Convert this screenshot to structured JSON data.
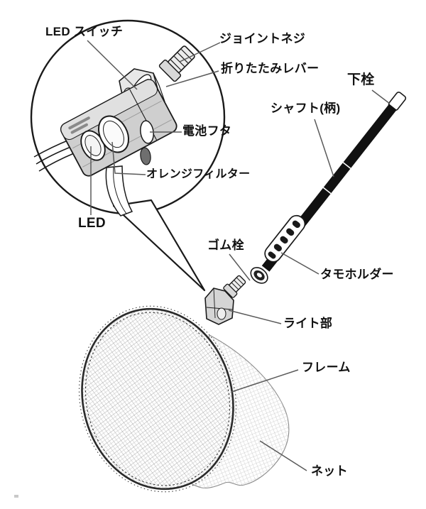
{
  "diagram": {
    "type": "product-parts-diagram",
    "subject": "LED light landing net (tamo) exploded parts view",
    "labels": {
      "led_switch": "LED スイッチ",
      "joint_screw": "ジョイントネジ",
      "folding_lever": "折りたたみレバー",
      "bottom_plug": "下栓",
      "shaft": "シャフト(柄)",
      "battery_cover": "電池フタ",
      "orange_filter": "オレンジフィルター",
      "led": "LED",
      "rubber_plug": "ゴム栓",
      "tamo_holder": "タモホルダー",
      "light_unit": "ライト部",
      "frame": "フレーム",
      "net": "ネット"
    },
    "colors": {
      "line": "#1a1a1a",
      "leader_line": "#5a5a5a",
      "body_gray": "#cfcfcf",
      "body_gray_light": "#e2e2e2",
      "shaft_black": "#111111",
      "mesh_line": "#8f8f8f",
      "background": "#ffffff"
    }
  }
}
